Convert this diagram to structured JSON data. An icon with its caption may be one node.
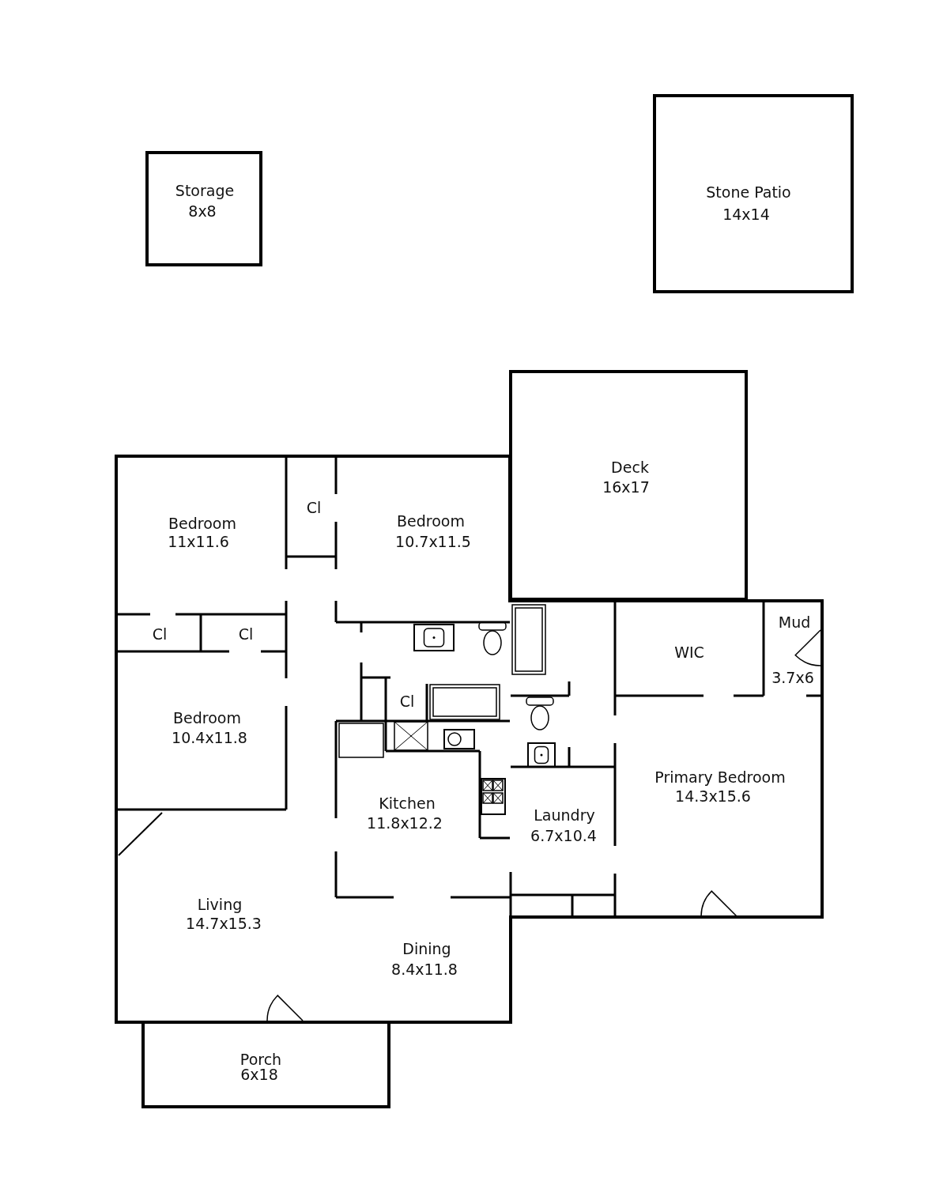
{
  "diagram": {
    "nodes": [
      {
        "text": [
          "Storage",
          "8x8"
        ]
      },
      {
        "text": [
          "Stone Patio",
          "14x14"
        ]
      },
      {
        "text": [
          "Deck",
          "16x17"
        ]
      },
      {
        "text": [
          "Bedroom",
          "11x11.6"
        ]
      },
      {
        "text": [
          "Cl"
        ]
      },
      {
        "text": [
          "Bedroom",
          "10.7x11.5"
        ]
      },
      {
        "text": [
          "Cl"
        ]
      },
      {
        "text": [
          "Cl"
        ]
      },
      {
        "text": [
          "Bedroom",
          "10.4x11.8"
        ]
      },
      {
        "text": [
          "Cl"
        ]
      },
      {
        "text": [
          "Kitchen",
          "11.8x12.2"
        ]
      },
      {
        "text": [
          "WIC"
        ]
      },
      {
        "text": [
          "Mud",
          "3.7x6"
        ]
      },
      {
        "text": [
          "Laundry",
          "6.7x10.4"
        ]
      },
      {
        "text": [
          "Primary Bedroom",
          "14.3x15.6"
        ]
      },
      {
        "text": [
          "Living",
          "14.7x15.3"
        ]
      },
      {
        "text": [
          "Dining",
          "8.4x11.8"
        ]
      },
      {
        "text": [
          "Porch",
          "6x18"
        ]
      }
    ]
  }
}
